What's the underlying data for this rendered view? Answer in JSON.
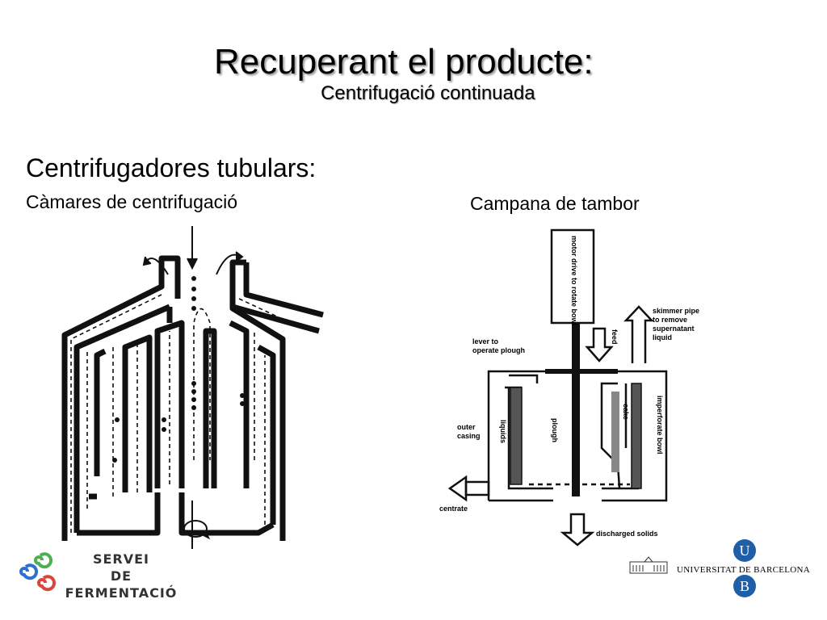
{
  "slide": {
    "title": "Recuperant el producte:",
    "subtitle": "Centrifugació continuada",
    "heading": "Centrifugadores tubulars:",
    "left_label": "Càmares de centrifugació",
    "right_label": "Campana de tambor"
  },
  "diagram_right": {
    "motor": "motor drive to rotate bowl",
    "skimmer_1": "skimmer pipe",
    "skimmer_2": "to remove",
    "skimmer_3": "supernatant",
    "skimmer_4": "liquid",
    "lever_1": "lever to",
    "lever_2": "operate plough",
    "feed": "feed",
    "cake": "cake",
    "imperforate": "imperforate bowl",
    "outer_1": "outer",
    "outer_2": "casing",
    "liquids": "liquids",
    "plough": "plough",
    "centrate": "centrate",
    "discharged": "discharged solids"
  },
  "logos": {
    "servei_1": "SERVEI",
    "servei_2": "DE",
    "servei_3": "FERMENTACIÓ",
    "ub": "UNIVERSITAT DE BARCELONA",
    "ub_u": "U",
    "ub_b": "B"
  },
  "colors": {
    "ub_blue": "#1f5fa8",
    "spiral_green": "#4caf50",
    "spiral_blue": "#2e6fd1",
    "spiral_red": "#d9463c"
  }
}
